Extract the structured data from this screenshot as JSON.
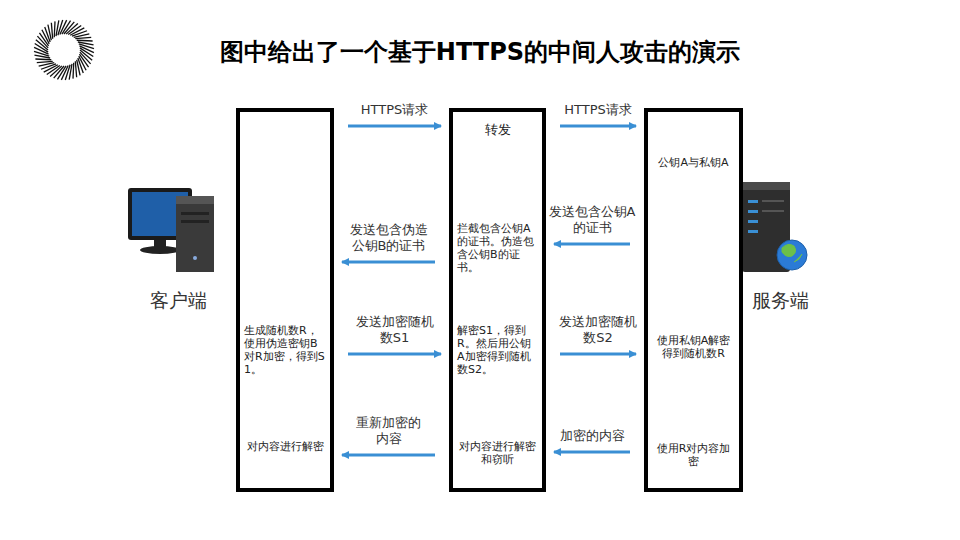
{
  "diagram": {
    "title": "图中给出了一个基于HTTPS的中间人攻击的演示",
    "nodes": [
      {
        "text": [
          "生成随机数R，使用伪造密钥B对R加密，得到S1。",
          "对内容进行解密"
        ]
      },
      {
        "text": [
          "转发",
          "拦截包含公钥A的证书。伪造包含公钥B的证书。",
          "解密S1，得到R。然后用公钥A加密得到随机数S2。",
          "对内容进行解密和窃听"
        ]
      },
      {
        "text": [
          "公钥A与私钥A",
          "使用私钥A解密得到随机数R",
          "使用R对内容加密"
        ]
      }
    ],
    "edges": [
      {
        "from": 0,
        "to": 1,
        "arrow": "to",
        "label": "HTTPS请求"
      },
      {
        "from": 1,
        "to": 0,
        "arrow": "to",
        "label": "发送包含伪造公钥B的证书"
      },
      {
        "from": 0,
        "to": 1,
        "arrow": "to",
        "label": "发送加密随机数S1"
      },
      {
        "from": 1,
        "to": 0,
        "arrow": "to",
        "label": "重新加密的内容"
      },
      {
        "from": 1,
        "to": 2,
        "arrow": "to",
        "label": "HTTPS请求"
      },
      {
        "from": 2,
        "to": 1,
        "arrow": "to",
        "label": "发送包含公钥A的证书"
      },
      {
        "from": 1,
        "to": 2,
        "arrow": "to",
        "label": "发送加密随机数S2"
      },
      {
        "from": 2,
        "to": 1,
        "arrow": "to",
        "label": "加密的内容"
      }
    ],
    "labels": [
      "客户端",
      "服务端"
    ]
  }
}
